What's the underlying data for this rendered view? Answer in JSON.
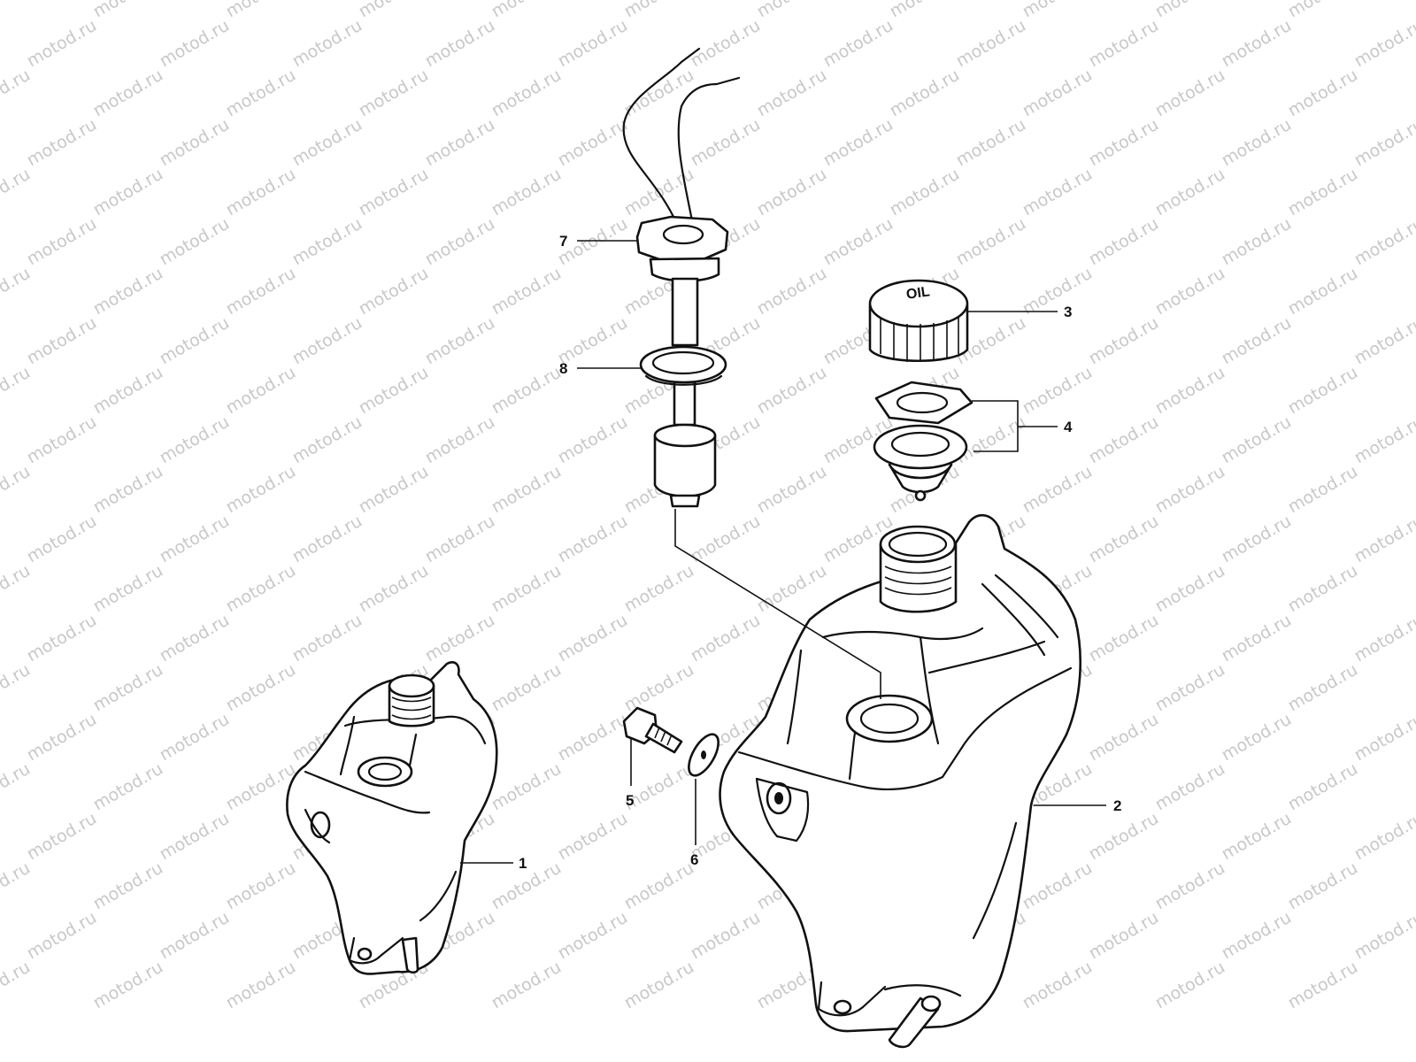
{
  "watermark": {
    "text": "motod.ru",
    "color": "#c8c8c8"
  },
  "diagram": {
    "cap_marking": "OIL",
    "callouts": [
      {
        "id": "1",
        "label": "1"
      },
      {
        "id": "2",
        "label": "2"
      },
      {
        "id": "3",
        "label": "3"
      },
      {
        "id": "4",
        "label": "4"
      },
      {
        "id": "5",
        "label": "5"
      },
      {
        "id": "6",
        "label": "6"
      },
      {
        "id": "7",
        "label": "7"
      },
      {
        "id": "8",
        "label": "8"
      }
    ]
  }
}
